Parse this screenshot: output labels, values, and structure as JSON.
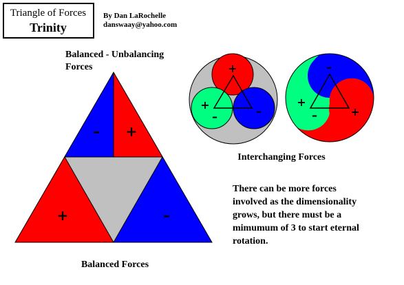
{
  "title_box": {
    "line1": "Triangle of Forces",
    "line2": "Trinity"
  },
  "byline": {
    "author": "By Dan LaRochelle",
    "email": "danswaay@yahoo.com"
  },
  "triangle": {
    "label_line1": "Balanced - Unbalancing",
    "label_line2": "Forces",
    "caption": "Balanced Forces",
    "top_left_sign": "–",
    "top_right_sign": "+",
    "bottom_left_sign": "+",
    "bottom_right_sign": "–"
  },
  "circles": {
    "caption": "Interchanging Forces",
    "left_top_sign": "+",
    "left_bottom_left_sign": "+",
    "left_bottom_left_sign2": "–",
    "left_bottom_right_sign": "–",
    "right_top_sign": "–",
    "right_left_sign": "+",
    "right_left_sign2": "–",
    "right_right_sign": "+"
  },
  "note": {
    "line1": "There can be more forces",
    "line2": "involved as the dimensionality",
    "line3": "grows, but there must be a",
    "line4": "mimumum of 3 to start eternal",
    "line5": "rotation."
  },
  "colors": {
    "red": "#ff0000",
    "blue": "#0000ff",
    "green": "#00ff80",
    "gray": "#c0c0c0"
  }
}
